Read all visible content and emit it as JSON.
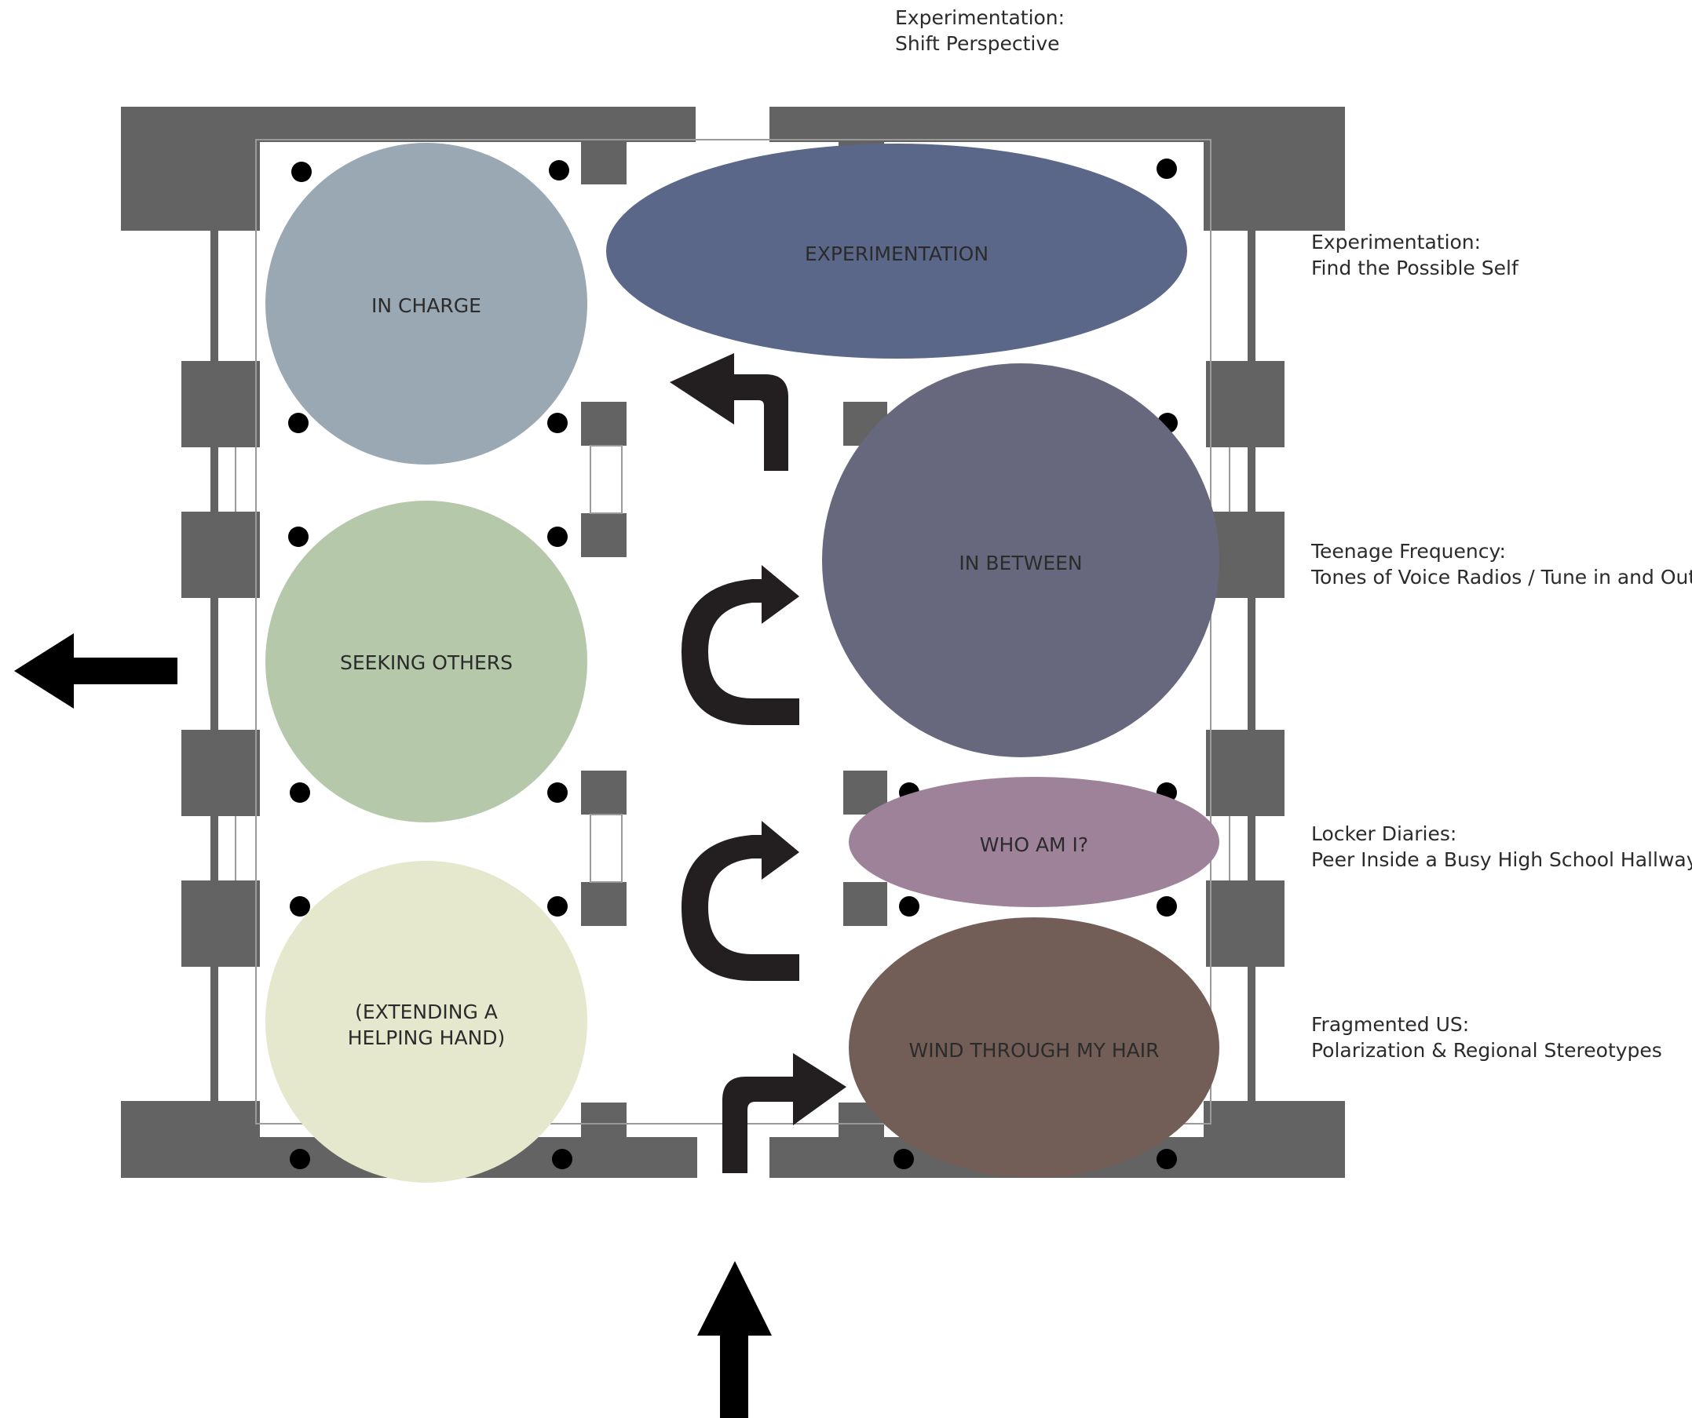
{
  "zones": [
    {
      "id": "in-charge",
      "label_lines": [
        "IN CHARGE"
      ],
      "color": "#9aa8b3"
    },
    {
      "id": "experimentation",
      "label_lines": [
        "EXPERIMENTATION"
      ],
      "color": "#5b6789"
    },
    {
      "id": "seeking-others",
      "label_lines": [
        "SEEKING OTHERS"
      ],
      "color": "#b5c8aa"
    },
    {
      "id": "in-between",
      "label_lines": [
        "IN BETWEEN"
      ],
      "color": "#67687e"
    },
    {
      "id": "who-am-i",
      "label_lines": [
        "WHO AM I?"
      ],
      "color": "#9e8299"
    },
    {
      "id": "extending",
      "label_lines": [
        "(EXTENDING A",
        "HELPING HAND)"
      ],
      "color": "#e5e8cd"
    },
    {
      "id": "wind",
      "label_lines": [
        "WIND THROUGH MY HAIR"
      ],
      "color": "#735e57"
    }
  ],
  "annotations": [
    {
      "id": "shift-perspective",
      "title": "Experimentation:",
      "subtitle": "Shift Perspective"
    },
    {
      "id": "possible-self",
      "title": "Experimentation:",
      "subtitle": "Find the Possible Self"
    },
    {
      "id": "teenage-frequency",
      "title": "Teenage Frequency:",
      "subtitle": "Tones of Voice  Radios / Tune in and Out"
    },
    {
      "id": "locker-diaries",
      "title": "Locker Diaries:",
      "subtitle": "Peer Inside a Busy High School Hallway"
    },
    {
      "id": "fragmented-us",
      "title": "Fragmented US:",
      "subtitle": "Polarization & Regional Stereotypes"
    }
  ],
  "colors": {
    "wall": "#636363",
    "arrow": "#231f20",
    "column": "#000000",
    "text": "#2b2b2b"
  },
  "icons": [
    "entrance-arrow-icon",
    "exit-arrow-icon",
    "turn-left-arrow-icon",
    "u-turn-arrow-icon",
    "turn-right-arrow-icon"
  ]
}
